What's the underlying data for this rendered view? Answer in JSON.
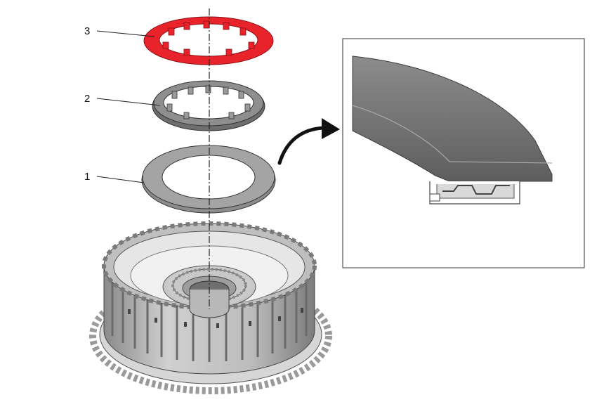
{
  "callouts": [
    {
      "number": "3",
      "part": "spring-ring"
    },
    {
      "number": "2",
      "part": "retainer-ring"
    },
    {
      "number": "1",
      "part": "flat-washer"
    }
  ],
  "colors": {
    "highlight": "#e8232a",
    "part_dark": "#6e6e6e",
    "part_mid": "#9a9a9a",
    "part_light": "#cfcfcf",
    "outline": "#333333",
    "background": "#ffffff"
  },
  "icons": [
    "curved-arrow-icon"
  ]
}
